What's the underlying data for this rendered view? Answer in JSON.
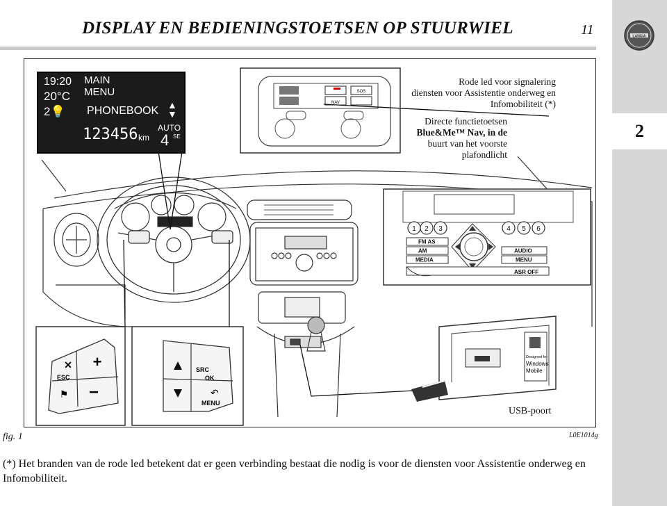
{
  "header": {
    "title": "DISPLAY EN BEDIENINGSTOETSEN OP STUURWIEL",
    "page_number": "11",
    "brand": "LANCIA",
    "chapter": "2"
  },
  "display": {
    "time": "19:20",
    "temperature": "20°C",
    "menu_line1": "MAIN",
    "menu_line2": "MENU",
    "selected_item": "PHONEBOOK",
    "odometer": "123456",
    "odometer_unit": "km",
    "gear_mode": "AUTO",
    "gear": "4",
    "gear_suffix": "SE"
  },
  "callouts": {
    "red_led": "Rode led voor signalering diensten voor Assistentie onderweg en Infomobiliteit (*)",
    "red_led_lines": [
      "Rode led voor signalering",
      "diensten voor Assistentie onderweg en",
      "Infomobiliteit (*)"
    ],
    "direct_keys_lines": [
      "Directe functietoetsen",
      "Blue&Me™ Nav, in de",
      "buurt van het voorste",
      "plafondlicht"
    ],
    "usb_port": "USB-poort"
  },
  "ceiling_panel": {
    "nav_label": "NAV",
    "sos_label": "SOS"
  },
  "radio": {
    "presets": [
      "1",
      "2",
      "3",
      "4",
      "5",
      "6"
    ],
    "left_buttons": [
      "FM AS",
      "AM",
      "MEDIA"
    ],
    "right_buttons": [
      "AUDIO",
      "MENU"
    ],
    "asr_label": "ASR OFF"
  },
  "steering_left_pad": {
    "esc_label": "ESC"
  },
  "steering_right_pad": {
    "src_label": "SRC",
    "ok_label": "OK",
    "menu_label": "MENU"
  },
  "usb_module": {
    "badge_line1": "Designed for",
    "badge_line2": "Windows",
    "badge_line3": "Mobile"
  },
  "figure": {
    "label": "fig. 1",
    "code": "L0E1014g"
  },
  "footnote": "(*) Het branden van de rode led betekent dat er geen verbinding bestaat die nodig is voor de diensten voor Assistentie onderweg en Infomobiliteit."
}
